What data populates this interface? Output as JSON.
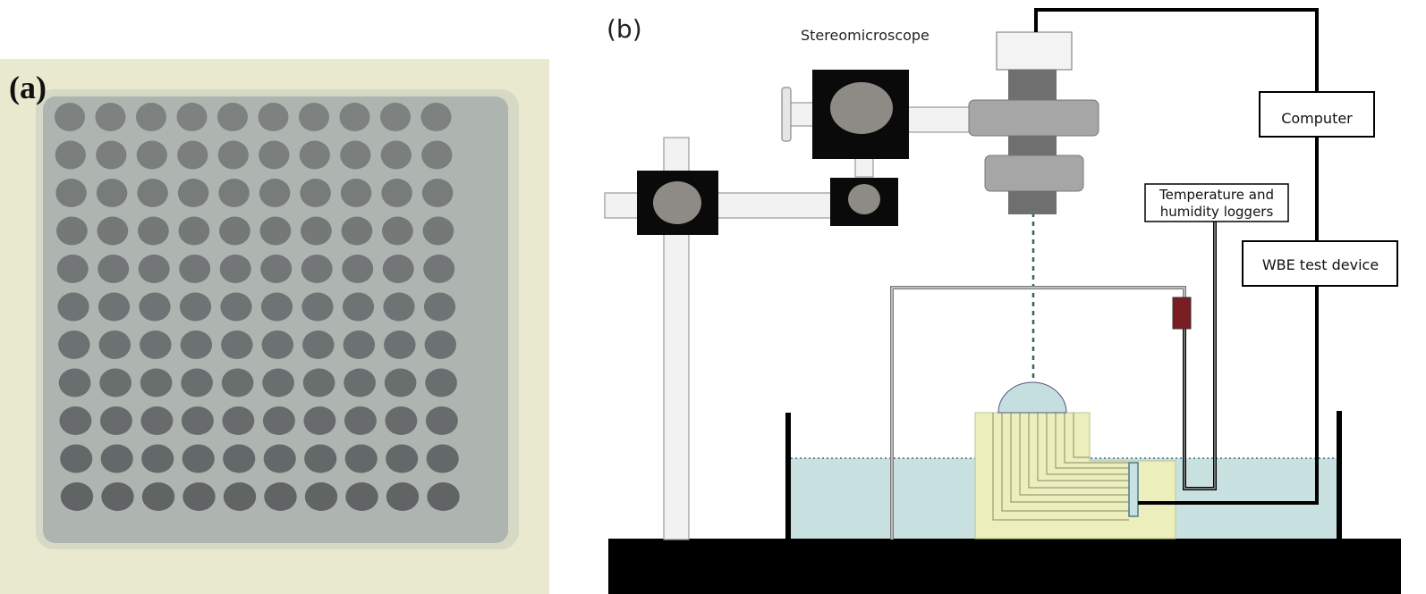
{
  "panel_a": {
    "label": "(a)",
    "grid": {
      "rows": 11,
      "cols": 10
    },
    "colors": {
      "board": "#e9ead1",
      "specimen": "#9aa1a5",
      "dot": "#55595a"
    }
  },
  "panel_b": {
    "label": "(b)",
    "labels": {
      "stereomicroscope": "Stereomicroscope",
      "computer": "Computer",
      "loggers_line1": "Temperature and",
      "loggers_line2": "humidity loggers",
      "wbe_device": "WBE test device"
    },
    "colors": {
      "water": "#c9e1e1",
      "electrode_block": "#ecefbb",
      "droplet": "#c5dfe0",
      "sensor": "#7a1e24",
      "scope_body": "#999999",
      "stand": "#f0f0f0",
      "base": "#000000"
    },
    "icons": [
      "stereomicroscope-icon",
      "stand-knob-icon",
      "sensor-icon"
    ]
  }
}
